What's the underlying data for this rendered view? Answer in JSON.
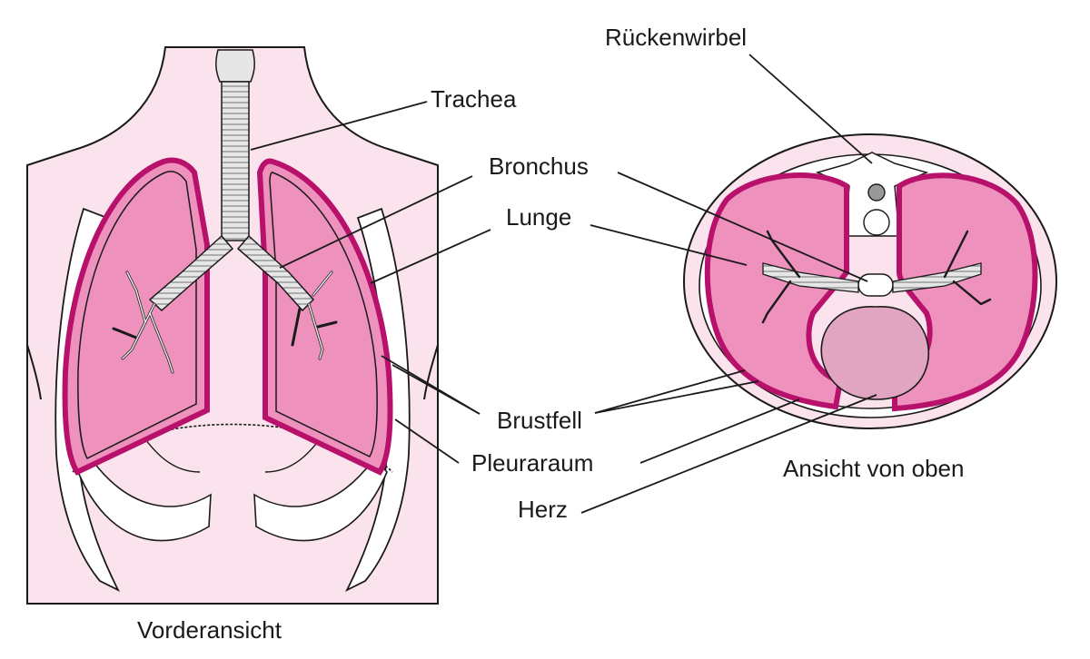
{
  "labels": {
    "trachea": "Trachea",
    "bronchus": "Bronchus",
    "lunge": "Lunge",
    "brustfell": "Brustfell",
    "pleuraraum": "Pleuraraum",
    "herz": "Herz",
    "rueckenwirbel": "Rückenwirbel"
  },
  "captions": {
    "front": "Vorderansicht",
    "top": "Ansicht von oben"
  },
  "colors": {
    "skin": "#fbe3ee",
    "lung": "#ef91bd",
    "pleura": "#b8116b",
    "heart": "#e1a5c1",
    "airway": "#e6e6e6",
    "bone": "#ffffff",
    "outline": "#1a1a1a"
  }
}
